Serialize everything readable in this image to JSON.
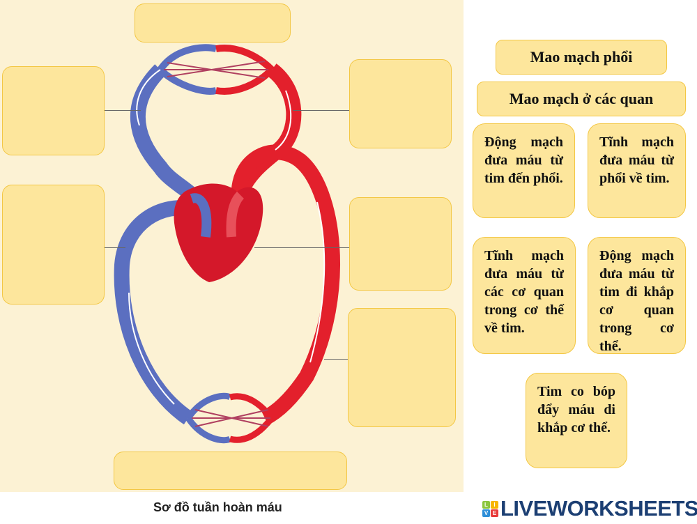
{
  "diagram": {
    "caption": "Sơ đồ tuần hoàn máu",
    "colors": {
      "artery": "#e3202c",
      "vein": "#5b6fc0",
      "panel": "#fcf2d4",
      "box": "#fde69c",
      "border": "#f3c744"
    }
  },
  "cards": {
    "pulmonary_capillaries": "Mao mạch phổi",
    "organ_capillaries": "Mao mạch ở các quan",
    "pulmonary_artery": "Động mạch đưa máu từ tim đến phổi.",
    "pulmonary_vein": "Tĩnh mạch đưa máu từ phổi về tim.",
    "systemic_vein": "Tĩnh mạch đưa máu từ các cơ quan trong cơ thể về tim.",
    "systemic_artery": "Động mạch đưa máu từ tim đi khắp cơ quan trong cơ thể.",
    "heart": "Tim co bóp đẩy máu di khắp cơ thể."
  },
  "logo": {
    "letters": [
      "L",
      "I",
      "V",
      "E"
    ],
    "word": "LIVEWORKSHEETS"
  }
}
